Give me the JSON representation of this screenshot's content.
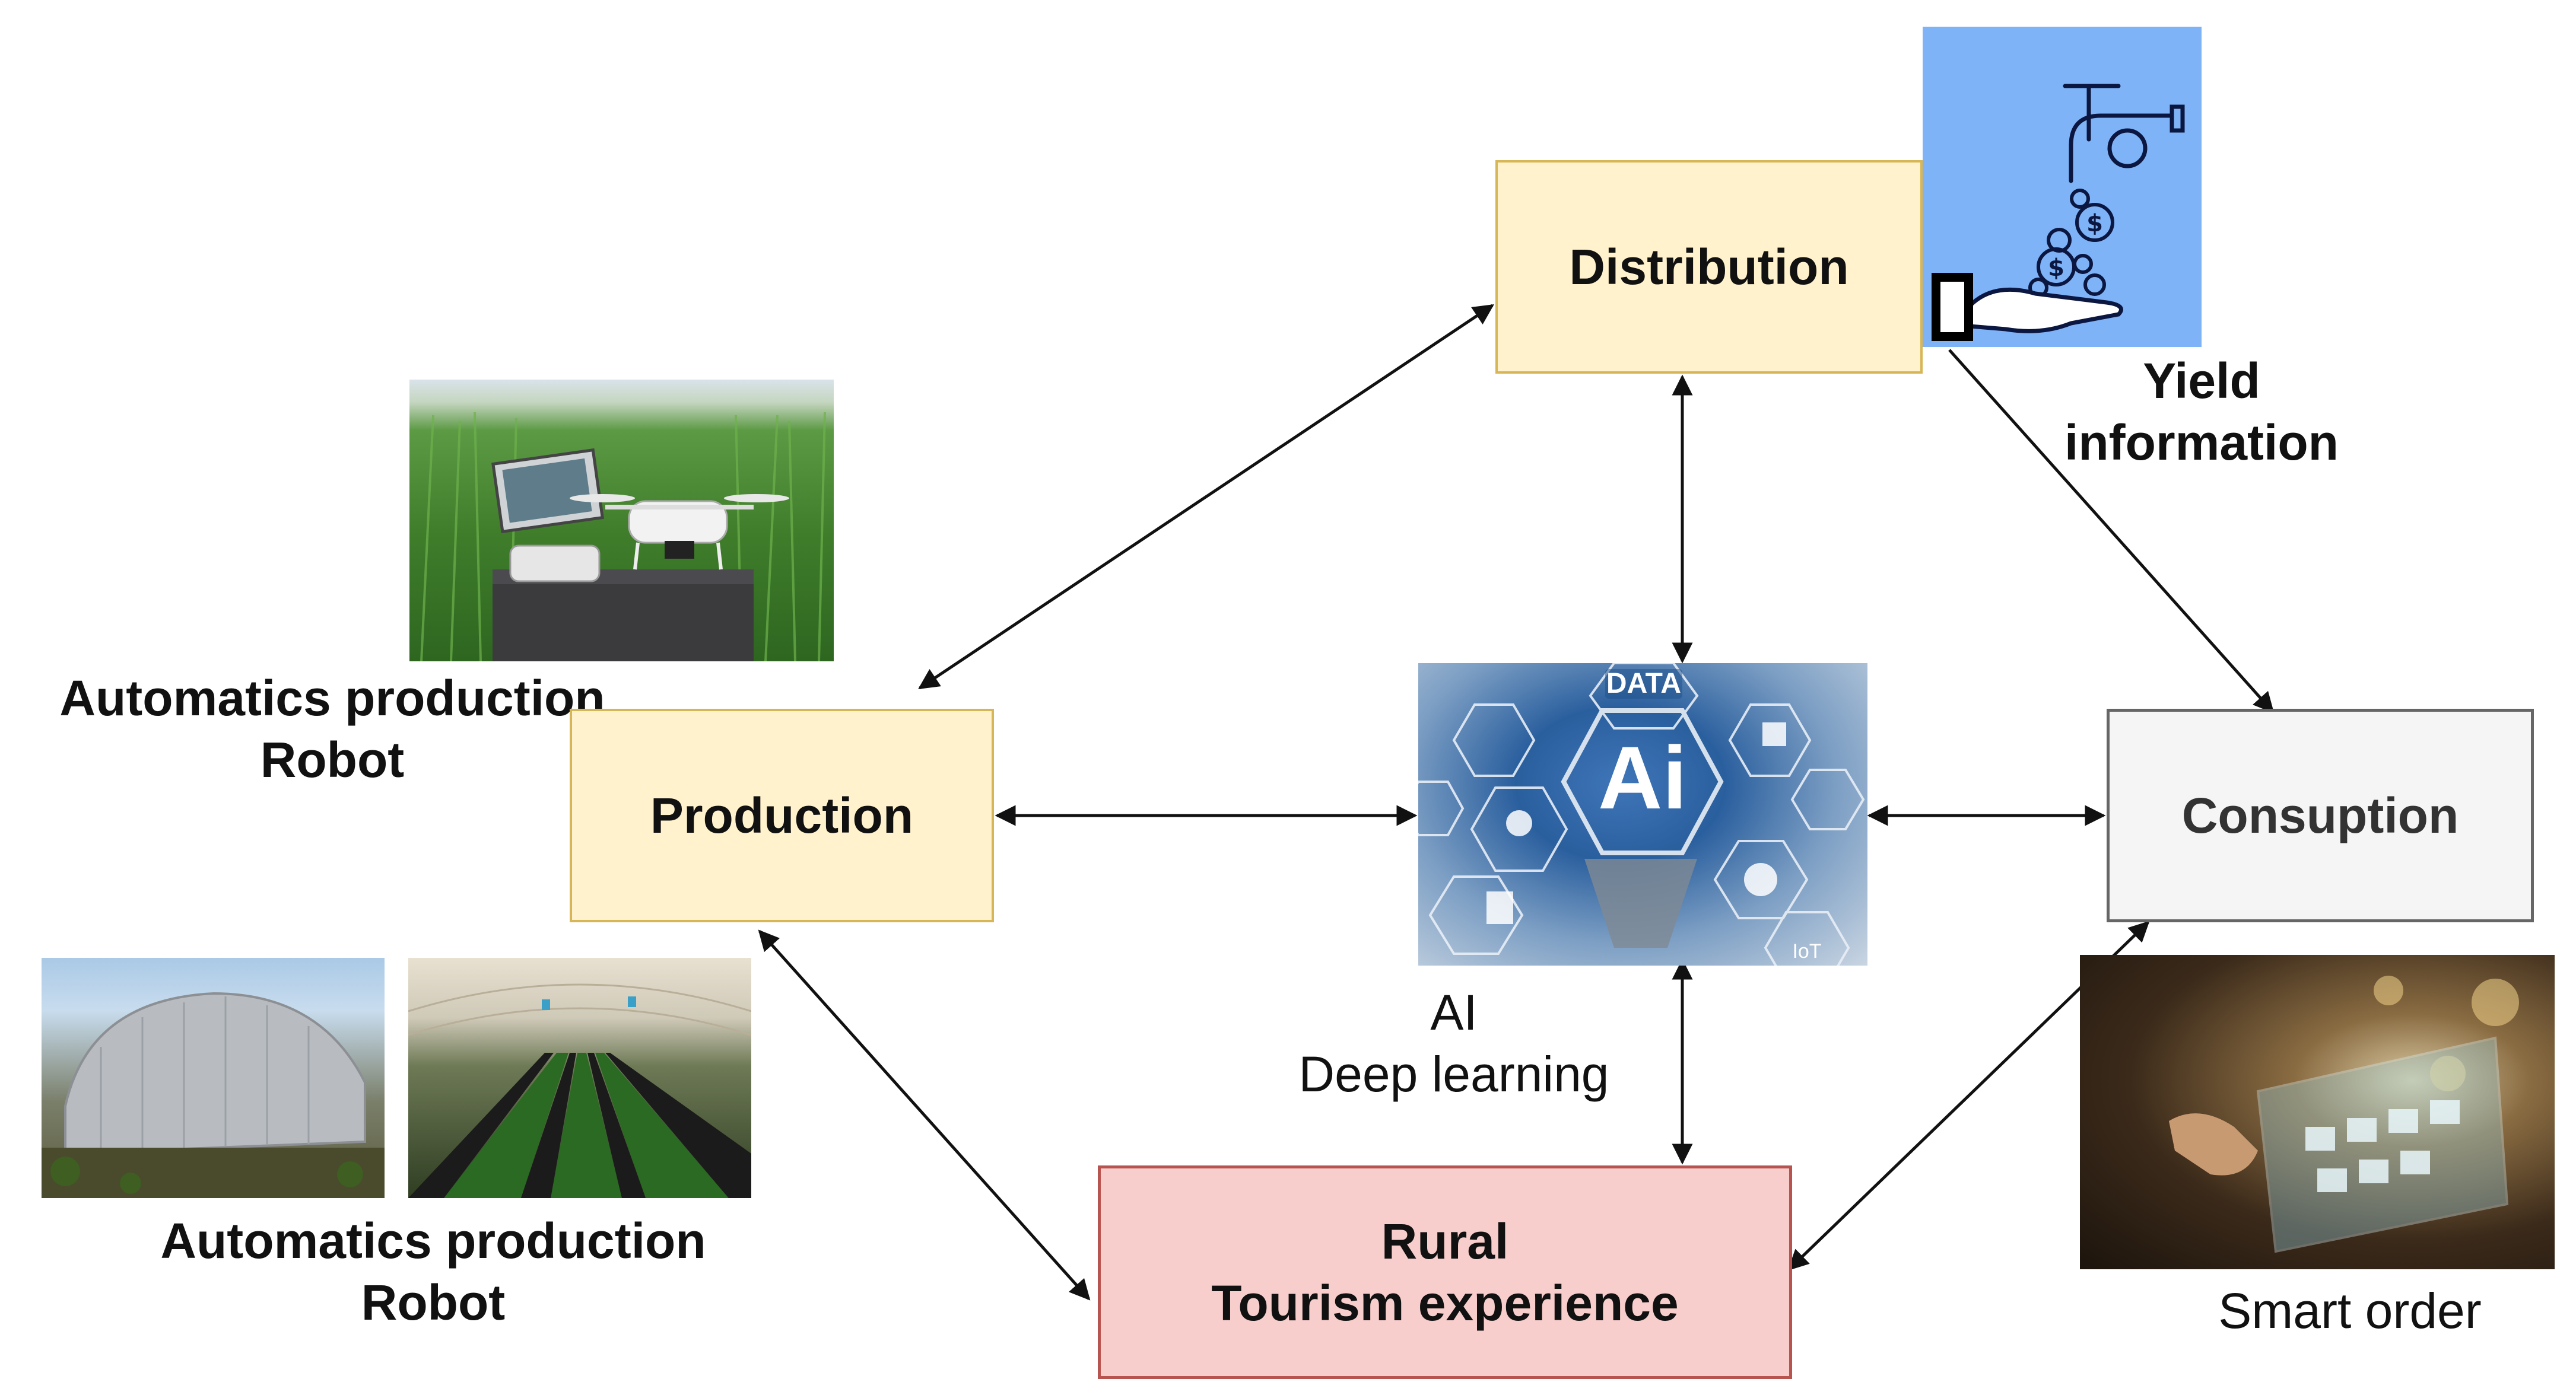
{
  "nodes": {
    "distribution": "Distribution",
    "production": "Production",
    "consumption": "Consuption",
    "rural_line1": "Rural",
    "rural_line2": "Tourism experience"
  },
  "labels": {
    "yield_line1": "Yield",
    "yield_line2": "information",
    "auto_top_line1": "Automatics production",
    "auto_top_line2": "Robot",
    "auto_bottom_line1": "Automatics production",
    "auto_bottom_line2": "Robot",
    "ai_line1": "AI",
    "ai_line2": "Deep learning",
    "smart_order": "Smart order"
  },
  "ai_image": {
    "center_text": "Ai",
    "data_text": "DATA",
    "iot_text": "IoT"
  },
  "yield_image": {
    "coin_symbol": "$"
  },
  "colors": {
    "yellow_fill": "#fff2cc",
    "yellow_border": "#d6b656",
    "gray_fill": "#f5f5f5",
    "gray_border": "#666666",
    "pink_fill": "#f8cecc",
    "pink_border": "#b85450",
    "yield_bg": "#7eb3f7"
  }
}
